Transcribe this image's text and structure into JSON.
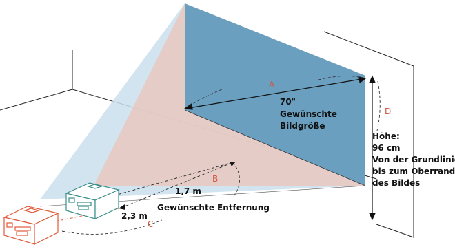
{
  "colors": {
    "screen": "#6b9fbf",
    "beam_near": "#cbdfee",
    "beam_far": "#e8c8c0",
    "line": "#222222",
    "projector_near": "#3a8f88",
    "projector_far": "#e05a3a",
    "letter": "#d05540"
  },
  "icons": {
    "projector_near": "projector-icon",
    "projector_far": "projector-icon"
  },
  "labels": {
    "a": "A",
    "b": "B",
    "c": "C",
    "d": "D",
    "diagonal": "70\"",
    "size_line1": "Gewünschte",
    "size_line2": "Bildgröße",
    "dist_near": "1,7 m",
    "dist_far": "2,3 m",
    "distance": "Gewünschte Entfernung",
    "height_line1": "Höhe:",
    "height_line2": "96 cm",
    "height_line3": "Von der Grundlinie",
    "height_line4": "bis zum Oberrand",
    "height_line5": "des Bildes"
  }
}
